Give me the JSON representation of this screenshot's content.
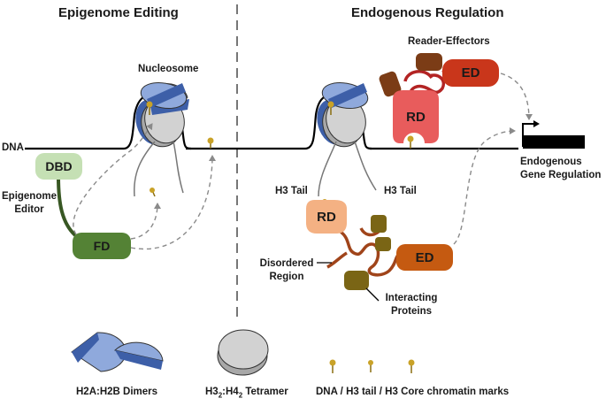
{
  "headers": {
    "left": "Epigenome Editing",
    "right": "Endogenous Regulation"
  },
  "labels": {
    "dna": "DNA",
    "nucleosome": "Nucleosome",
    "reader_effectors": "Reader-Effectors",
    "dbd": "DBD",
    "fd": "FD",
    "epigenome_editor_line1": "Epigenome",
    "epigenome_editor_line2": "Editor",
    "h3_tail_left": "H3 Tail",
    "h3_tail_right": "H3 Tail",
    "rd_top": "RD",
    "ed_top": "ED",
    "rd_bottom": "RD",
    "ed_bottom": "ED",
    "endogenous_line1": "Endogenous",
    "endogenous_line2": "Gene Regulation",
    "disordered_line1": "Disordered",
    "disordered_line2": "Region",
    "interacting_line1": "Interacting",
    "interacting_line2": "Proteins"
  },
  "legend": {
    "dimers": "H2A:H2B Dimers",
    "tetramer_prefix": "H3",
    "tetramer_sub1": "2",
    "tetramer_mid": ":H4",
    "tetramer_sub2": "2",
    "tetramer_suffix": " Tetramer",
    "marks": "DNA / H3 tail / H3 Core chromatin marks"
  },
  "colors": {
    "dimer_light": "#8fa9dc",
    "dimer_dark": "#3d5fa8",
    "tetramer": "#d2d2d2",
    "mark": "#c9a227",
    "dbd": "#c5e0b4",
    "fd": "#548235",
    "rd_top": "#e85c5c",
    "ed_top": "#c9361b",
    "rd_bottom": "#f4b183",
    "ed_bottom": "#c55a11",
    "interacting": "#7a6515",
    "reader_small": "#7b3c16",
    "linker_top": "#b32424",
    "linker_bottom": "#a0441a"
  }
}
